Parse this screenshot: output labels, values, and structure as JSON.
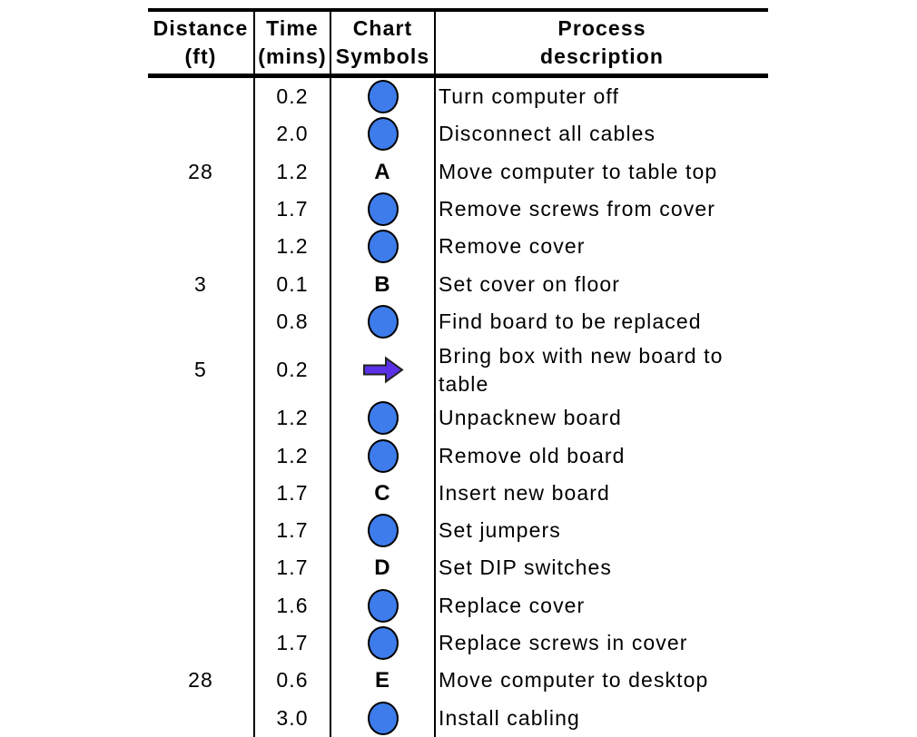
{
  "table": {
    "headers": [
      {
        "line1": "Distance",
        "line2": "(ft)"
      },
      {
        "line1": "Time",
        "line2": "(mins)"
      },
      {
        "line1": "Chart",
        "line2": "Symbols"
      },
      {
        "line1": "Process",
        "line2": "description"
      }
    ],
    "rows": [
      {
        "distance": "",
        "time": "0.2",
        "symbol": "circle",
        "description": "Turn computer off"
      },
      {
        "distance": "",
        "time": "2.0",
        "symbol": "circle",
        "description": "Disconnect all cables"
      },
      {
        "distance": "28",
        "time": "1.2",
        "symbol": "A",
        "description": "Move computer to table top"
      },
      {
        "distance": "",
        "time": "1.7",
        "symbol": "circle",
        "description": "Remove screws from cover"
      },
      {
        "distance": "",
        "time": "1.2",
        "symbol": "circle",
        "description": "Remove cover"
      },
      {
        "distance": "3",
        "time": "0.1",
        "symbol": "B",
        "description": "Set cover on floor"
      },
      {
        "distance": "",
        "time": "0.8",
        "symbol": "circle",
        "description": "Find board to be replaced"
      },
      {
        "distance": "5",
        "time": "0.2",
        "symbol": "arrow",
        "description": "Bring box with new board to table",
        "two_line": true
      },
      {
        "distance": "",
        "time": "1.2",
        "symbol": "circle",
        "description": "Unpacknew board"
      },
      {
        "distance": "",
        "time": "1.2",
        "symbol": "circle",
        "description": "Remove old board"
      },
      {
        "distance": "",
        "time": "1.7",
        "symbol": "C",
        "description": "Insert new board"
      },
      {
        "distance": "",
        "time": "1.7",
        "symbol": "circle",
        "description": "Set jumpers"
      },
      {
        "distance": "",
        "time": "1.7",
        "symbol": "D",
        "description": "Set DIP switches"
      },
      {
        "distance": "",
        "time": "1.6",
        "symbol": "circle",
        "description": "Replace cover"
      },
      {
        "distance": "",
        "time": "1.7",
        "symbol": "circle",
        "description": "Replace screws in cover"
      },
      {
        "distance": "28",
        "time": "0.6",
        "symbol": "E",
        "description": "Move computer to desktop"
      },
      {
        "distance": "",
        "time": "3.0",
        "symbol": "circle",
        "description": "Install cabling"
      }
    ],
    "symbol_icons": {
      "circle": "operation-circle-icon",
      "arrow": "transport-arrow-icon"
    },
    "colors": {
      "circle_fill": "#3d7cea",
      "circle_stroke": "#000000",
      "arrow_fill": "#5a31e8",
      "arrow_stroke": "#222222",
      "table_lines": "#000000"
    }
  }
}
